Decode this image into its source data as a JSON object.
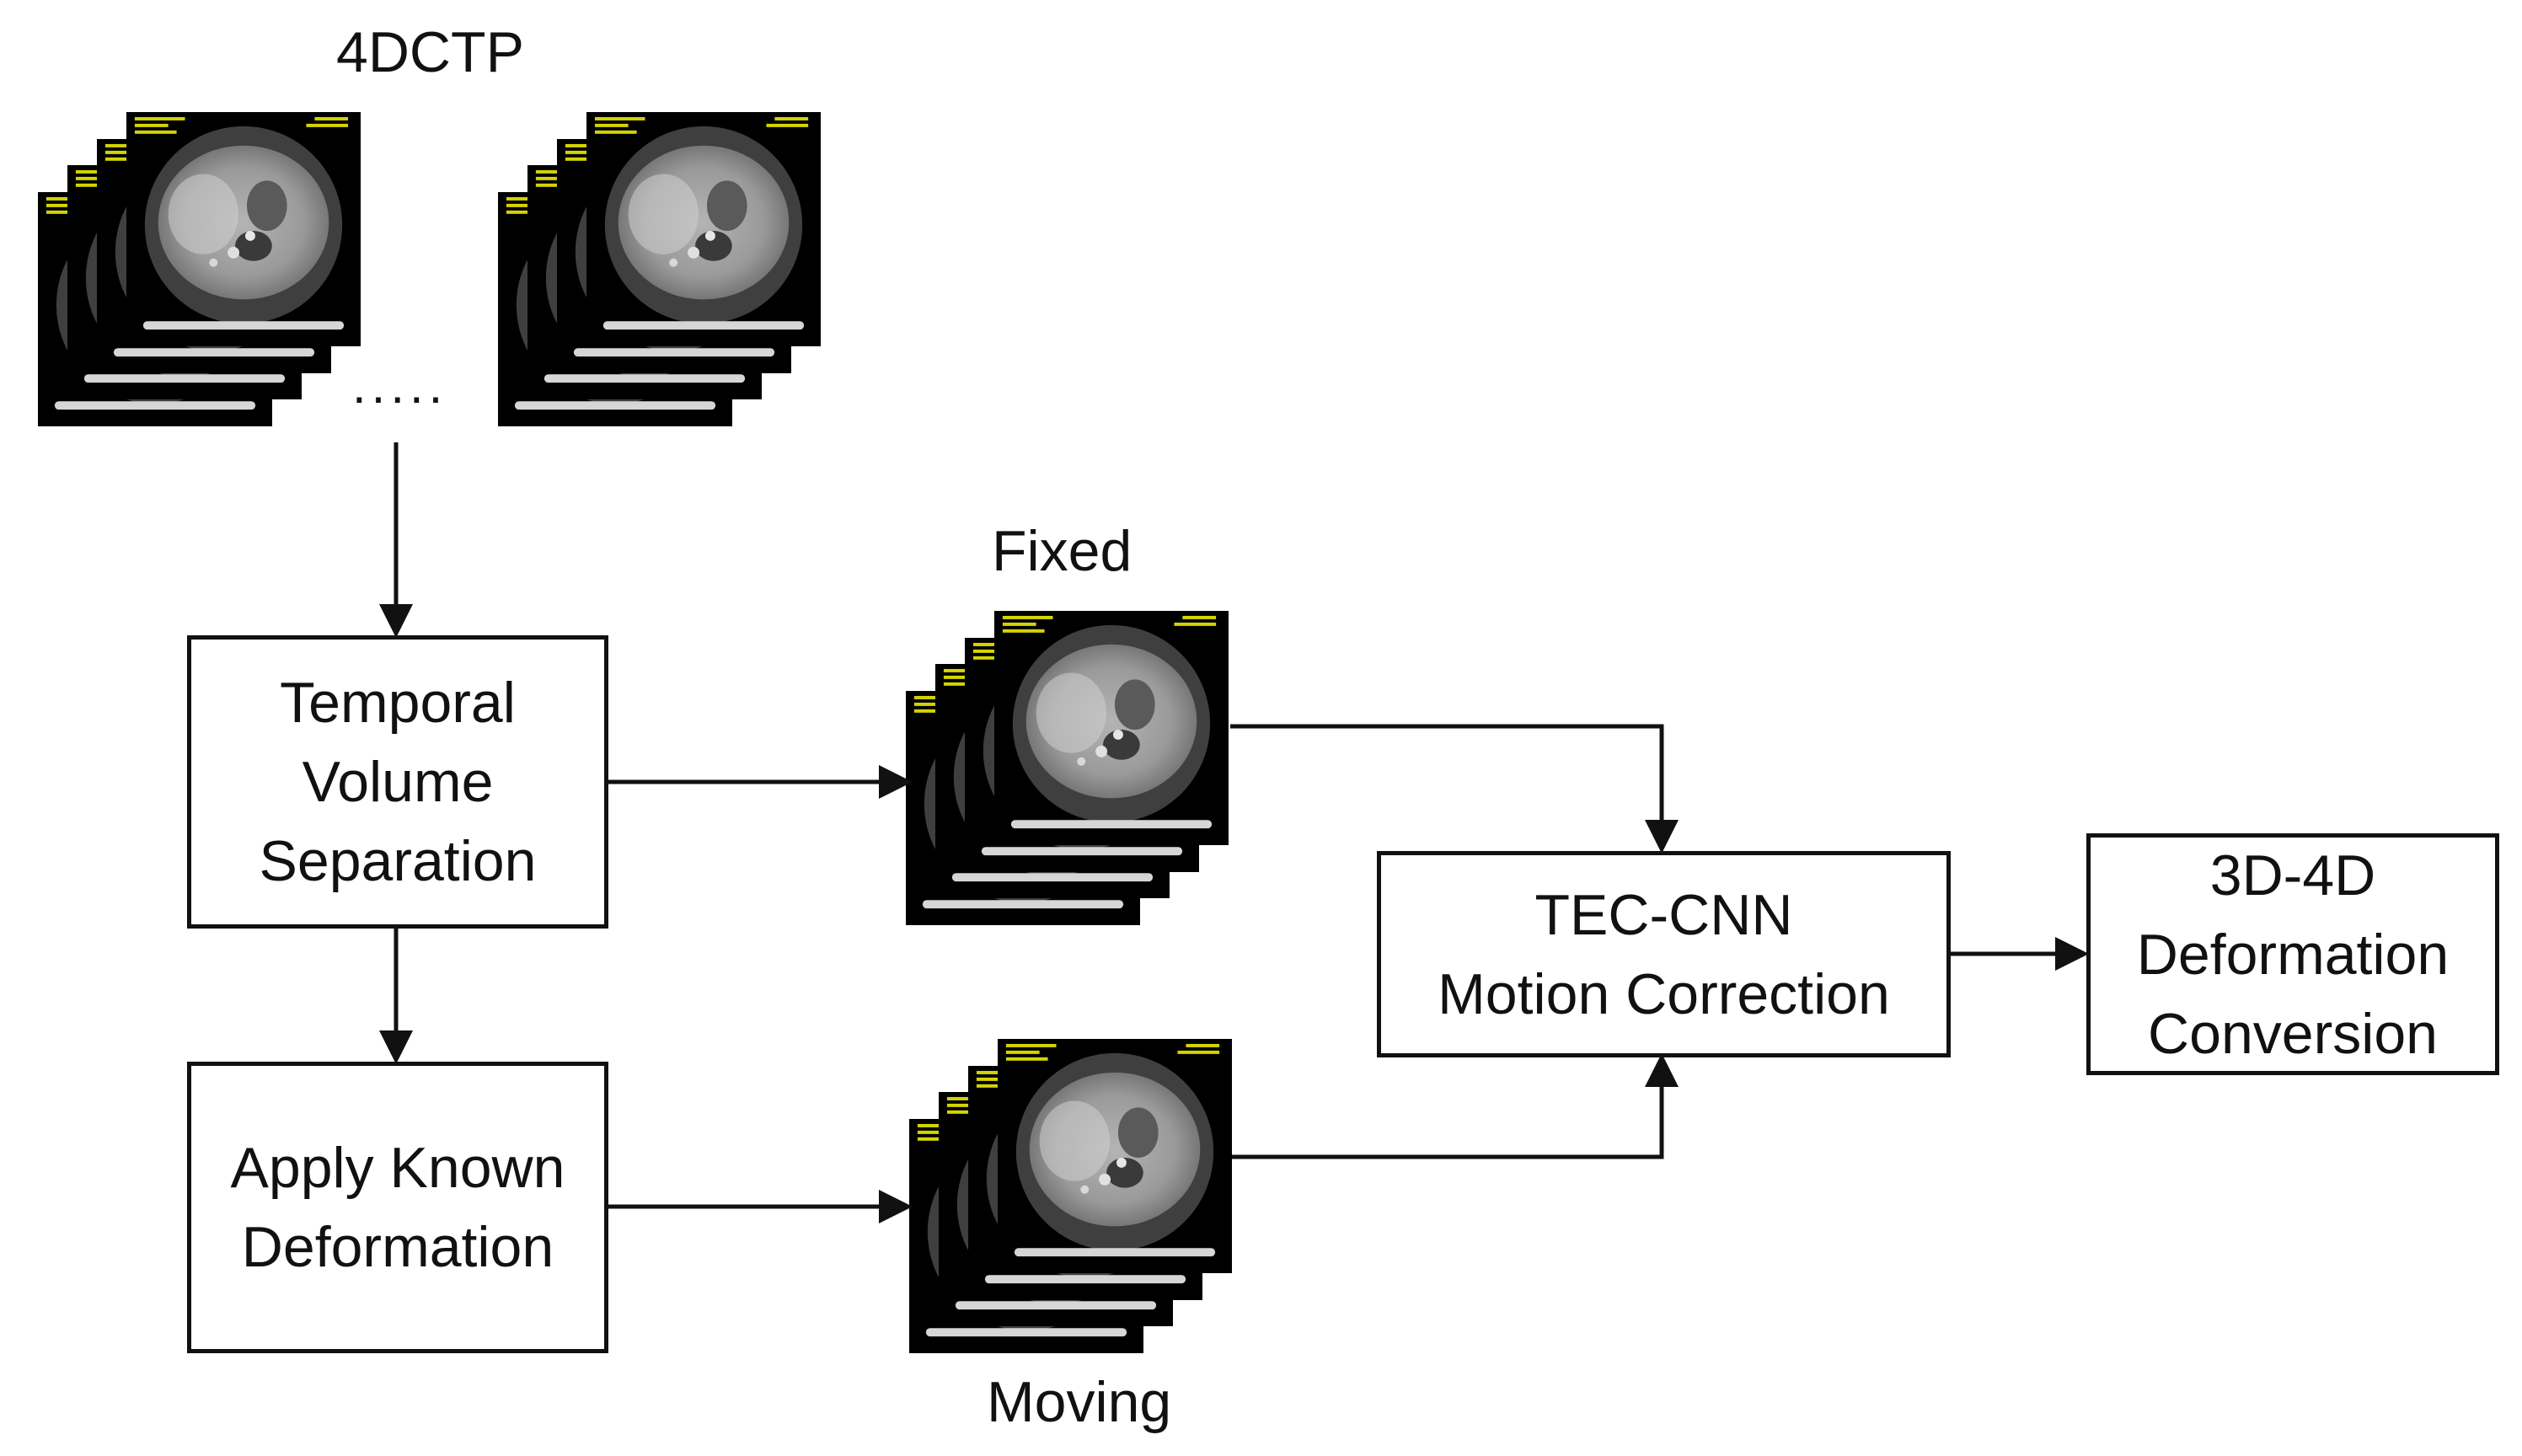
{
  "labels": {
    "input": "4DCTP",
    "fixed": "Fixed",
    "moving": "Moving",
    "ellipsis": "....."
  },
  "boxes": {
    "separation": [
      "Temporal",
      "Volume",
      "Separation"
    ],
    "deformation": [
      "Apply Known",
      "Deformation"
    ],
    "tec_cnn": [
      "TEC-CNN",
      "Motion Correction"
    ],
    "conversion": [
      "3D-4D",
      "Deformation",
      "Conversion"
    ]
  },
  "icons": {
    "ct_stack": "ct-slice-stack-icon"
  },
  "colors": {
    "line": "#111111",
    "ct_background": "#000000",
    "ct_overlay_text": "#d4d400"
  }
}
